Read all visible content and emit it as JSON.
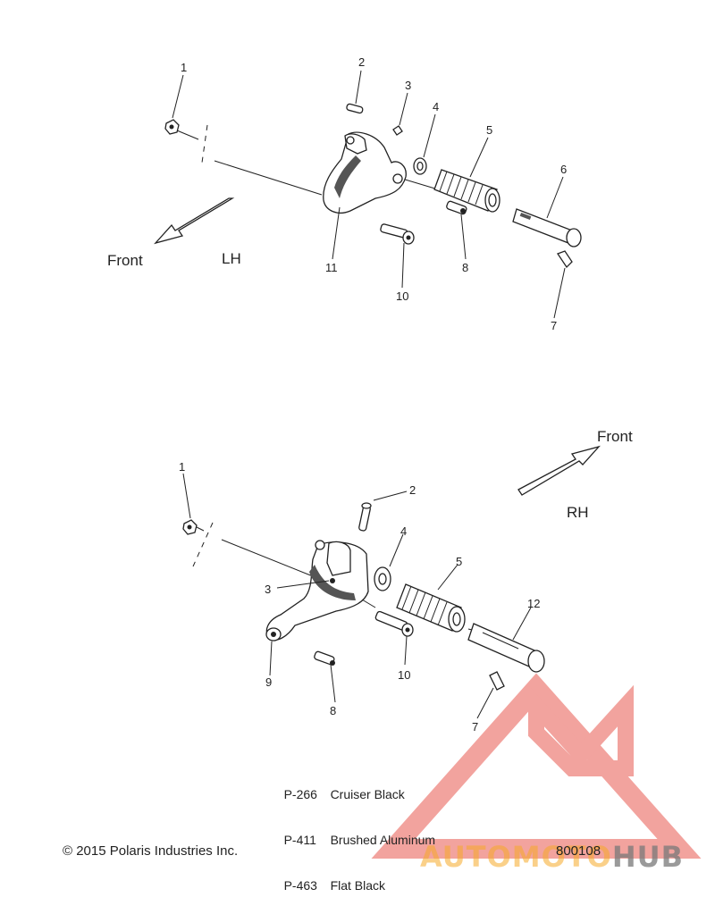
{
  "views": {
    "lh": {
      "side_label": "LH",
      "direction_label": "Front",
      "callouts": [
        "1",
        "2",
        "3",
        "4",
        "5",
        "6",
        "7",
        "8",
        "10",
        "11"
      ]
    },
    "rh": {
      "side_label": "RH",
      "direction_label": "Front",
      "callouts": [
        "1",
        "2",
        "3",
        "4",
        "5",
        "12",
        "7",
        "8",
        "9",
        "10"
      ]
    }
  },
  "finishes": [
    {
      "code": "P-266",
      "name": "Cruiser Black"
    },
    {
      "code": "P-411",
      "name": "Brushed Aluminum"
    },
    {
      "code": "P-463",
      "name": "Flat Black"
    }
  ],
  "copyright": "© 2015 Polaris Industries Inc.",
  "drawing_number": "800108",
  "watermark": {
    "text_part1": "AUTOMOTO",
    "text_part2": "HUB",
    "color": "#e8584f",
    "accent_color": "#f5aa28"
  }
}
